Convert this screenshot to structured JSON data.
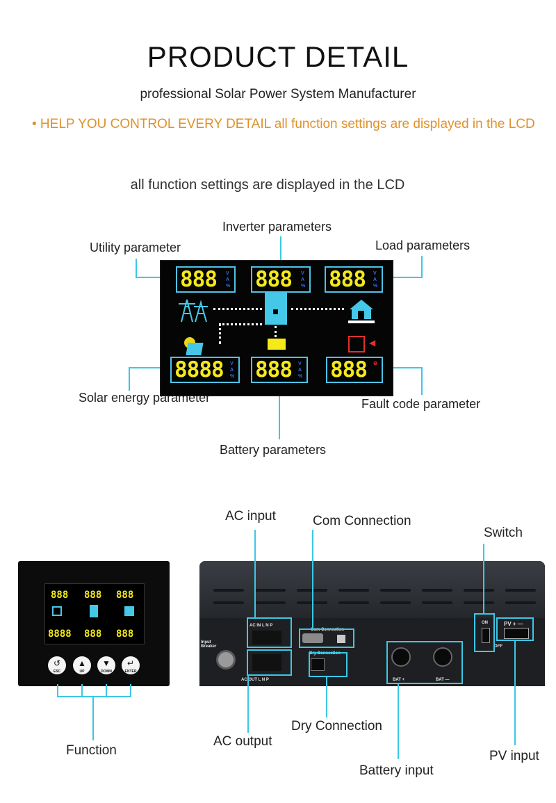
{
  "header": {
    "title": "PRODUCT DETAIL",
    "subtitle": "professional Solar Power System Manufacturer",
    "tagline": "• HELP YOU CONTROL EVERY DETAIL all function settings are displayed in the LCD"
  },
  "lcd_section": {
    "caption": "all function settings are displayed in the LCD",
    "labels": {
      "utility": "Utility parameter",
      "inverter": "Inverter parameters",
      "load": "Load parameters",
      "solar": "Solar energy parameter",
      "fault": "Fault code parameter",
      "battery": "Battery parameters"
    },
    "readouts": {
      "utility": "888",
      "inverter": "888",
      "load": "888",
      "solar": "8888",
      "battery": "888",
      "fault": "888"
    }
  },
  "device_section": {
    "labels": {
      "ac_input": "AC input",
      "com_connection": "Com Connection",
      "switch": "Switch",
      "function": "Function",
      "ac_output": "AC output",
      "dry_connection": "Dry Connection",
      "battery_input": "Battery input",
      "pv_input": "PV input"
    },
    "buttons": {
      "esc": "ESC",
      "up": "UP",
      "down": "DOWN",
      "enter": "ENTER"
    },
    "panel_text": {
      "ac_in": "AC IN  L  N  P",
      "ac_out": "AC OUT  L  N  P",
      "com": "Com Connection",
      "dry": "Dry Connection",
      "input_breaker": "Input Breaker",
      "bat_plus": "BAT +",
      "bat_minus": "BAT —",
      "on": "ON",
      "off": "OFF",
      "pv": "PV  +  —"
    }
  },
  "colors": {
    "accent_orange": "#e0912a",
    "callout_cyan": "#3cc7e6",
    "lcd_digit_yellow": "#f5ea17"
  }
}
